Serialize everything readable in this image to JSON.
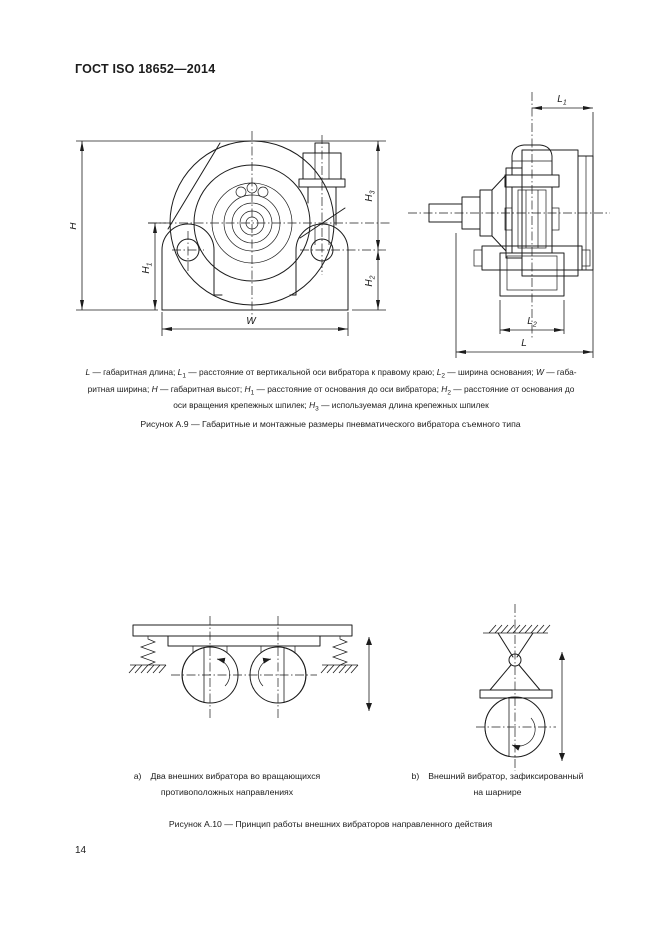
{
  "header": {
    "title": "ГОСТ ISO 18652—2014"
  },
  "page": {
    "number": "14"
  },
  "colors": {
    "ink": "#1c1c1c",
    "paper": "#ffffff"
  },
  "figure_a9": {
    "dims": {
      "H": "H",
      "W": "W",
      "L": "L",
      "sub1": "1",
      "sub2": "2",
      "sub3": "3"
    },
    "legend": {
      "line1": [
        {
          "v": "L",
          "s": "",
          "t": " — габаритная длина; "
        },
        {
          "v": "L",
          "s": "1",
          "t": " — расстояние от вертикальной оси вибратора к правому краю; "
        },
        {
          "v": "L",
          "s": "2",
          "t": " — ширина основания; "
        },
        {
          "v": "W",
          "s": "",
          "t": " — габа-"
        }
      ],
      "line2": [
        {
          "v": "",
          "s": "",
          "t": "ритная ширина; "
        },
        {
          "v": "H",
          "s": "",
          "t": " — габаритная высот; "
        },
        {
          "v": "H",
          "s": "1",
          "t": " — расстояние от основания до оси вибратора; "
        },
        {
          "v": "H",
          "s": "2",
          "t": " — расстояние от основания до"
        }
      ],
      "line3": [
        {
          "v": "",
          "s": "",
          "t": "оси вращения крепежных шпилек; "
        },
        {
          "v": "H",
          "s": "3",
          "t": " — используемая длина крепежных шпилек"
        }
      ]
    },
    "caption": "Рисунок  А.9 — Габаритные и монтажные размеры пневматического вибратора съемного типа"
  },
  "figure_a10": {
    "sub_a": {
      "label": "а)",
      "line1": "Два внешних вибратора во вращающихся",
      "line2": "противоположных направлениях"
    },
    "sub_b": {
      "label": "b)",
      "line1": "Внешний вибратор, зафиксированный",
      "line2": "на шарнире"
    },
    "caption": "Рисунок  А.10 — Принцип работы внешних вибраторов направленного действия"
  }
}
